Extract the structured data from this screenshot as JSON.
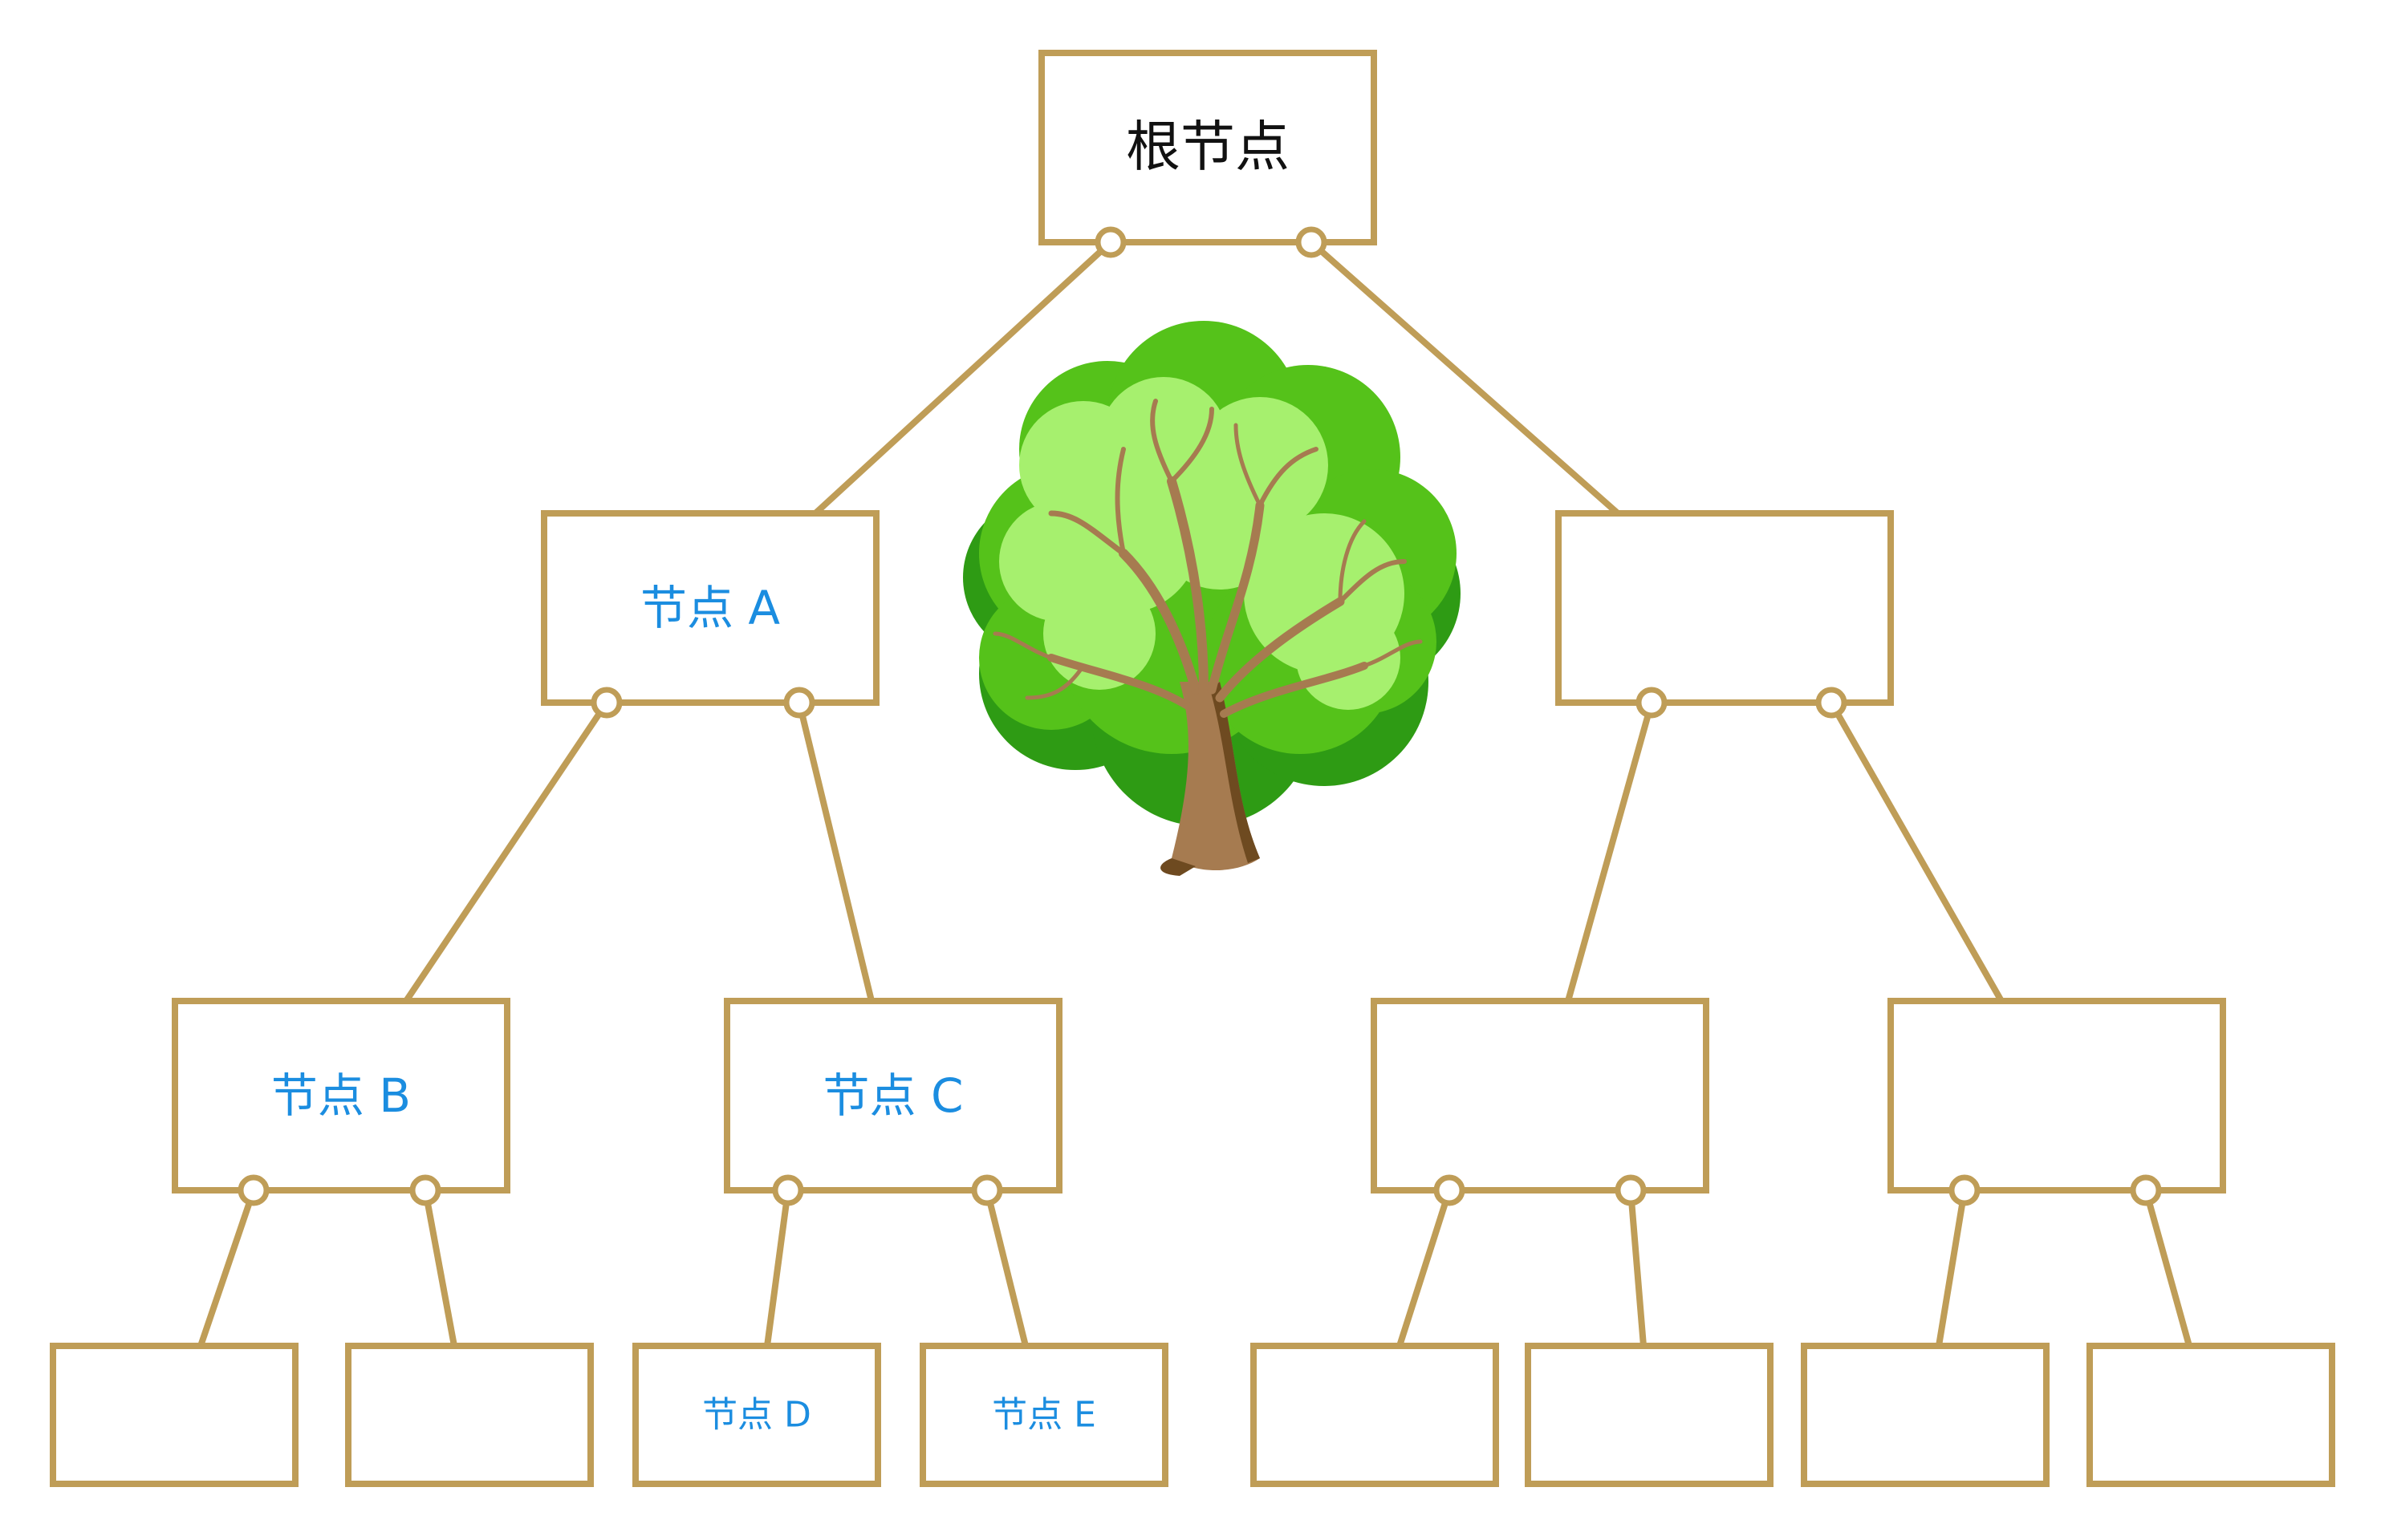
{
  "colors": {
    "border": "#bf9d57",
    "root_text": "#111111",
    "label_text": "#1b8de0",
    "background": "#ffffff",
    "foliage_dark": "#2e9b14",
    "foliage_mid": "#55c21a",
    "foliage_light": "#a6f06e",
    "trunk": "#a67b50",
    "trunk_dark": "#6e4a20"
  },
  "nodes": [
    {
      "id": "root",
      "label": "根节点"
    },
    {
      "id": "a",
      "label": "节点 A"
    },
    {
      "id": "r1",
      "label": ""
    },
    {
      "id": "b",
      "label": "节点 B"
    },
    {
      "id": "c",
      "label": "节点 C"
    },
    {
      "id": "r2",
      "label": ""
    },
    {
      "id": "r3",
      "label": ""
    },
    {
      "id": "b1",
      "label": ""
    },
    {
      "id": "b2",
      "label": ""
    },
    {
      "id": "d",
      "label": "节点 D"
    },
    {
      "id": "e",
      "label": "节点 E"
    },
    {
      "id": "r2a",
      "label": ""
    },
    {
      "id": "r2b",
      "label": ""
    },
    {
      "id": "r3a",
      "label": ""
    },
    {
      "id": "r3b",
      "label": ""
    }
  ],
  "edges": [
    [
      "root",
      "a"
    ],
    [
      "root",
      "r1"
    ],
    [
      "a",
      "b"
    ],
    [
      "a",
      "c"
    ],
    [
      "r1",
      "r2"
    ],
    [
      "r1",
      "r3"
    ],
    [
      "b",
      "b1"
    ],
    [
      "b",
      "b2"
    ],
    [
      "c",
      "d"
    ],
    [
      "c",
      "e"
    ],
    [
      "r2",
      "r2a"
    ],
    [
      "r2",
      "r2b"
    ],
    [
      "r3",
      "r3a"
    ],
    [
      "r3",
      "r3b"
    ]
  ],
  "illustration": {
    "icon": "tree-icon"
  }
}
